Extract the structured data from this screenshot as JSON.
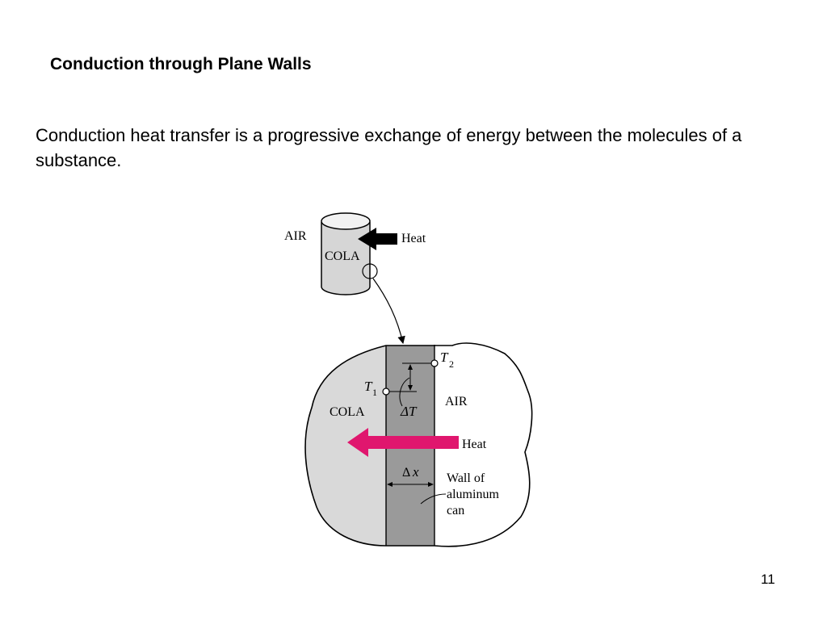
{
  "slide": {
    "title": "Conduction through Plane Walls",
    "body": "Conduction heat transfer is a progressive exchange of energy between the molecules of a substance.",
    "page_number": "11"
  },
  "diagram": {
    "can": {
      "air_label": "AIR",
      "cola_label": "COLA",
      "heat_label": "Heat"
    },
    "detail": {
      "cola_label": "COLA",
      "air_label": "AIR",
      "heat_label": "Heat",
      "t1_symbol": "T",
      "t1_subscript": "1",
      "t2_symbol": "T",
      "t2_subscript": "2",
      "delta_t_label": "ΔT",
      "delta_x_symbol": "Δ",
      "delta_x_var": "x",
      "wall_label_line1": "Wall of",
      "wall_label_line2": "aluminum",
      "wall_label_line3": "can"
    }
  },
  "colors": {
    "cola_fill": "#d9d9d9",
    "wall_fill": "#9a9a9a",
    "heat_arrow": "#e0166e",
    "can_fill": "#d6d6d6"
  }
}
